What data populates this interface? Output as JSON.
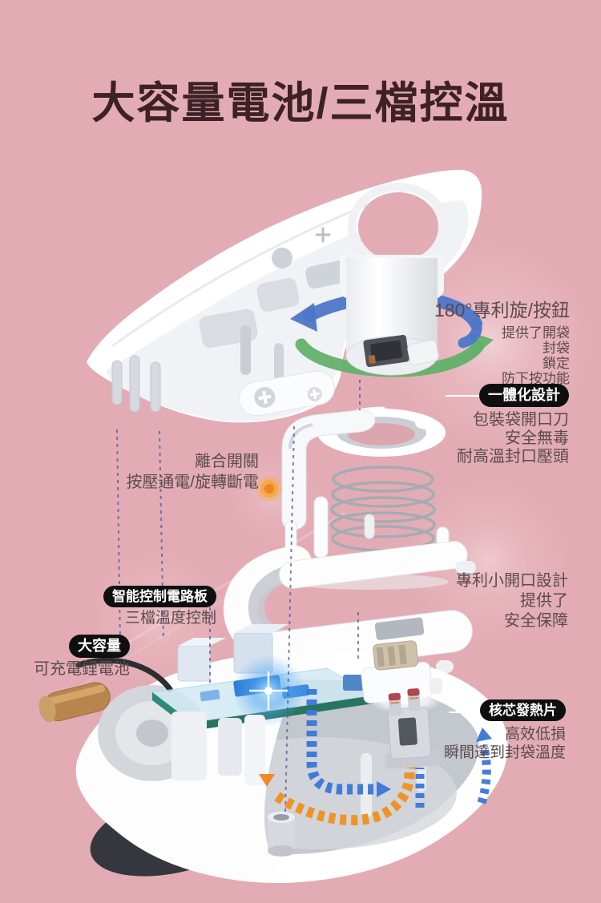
{
  "title": "大容量電池/三檔控溫",
  "callouts": {
    "rotate_button": {
      "heading": "180°專利旋/按鈕",
      "lines": [
        "提供了開袋",
        "封袋",
        "鎖定",
        "防下按功能"
      ]
    },
    "integrated_design": {
      "badge": "一體化設計",
      "lines": [
        "包裝袋開口刀",
        "安全無毒",
        "耐高溫封口壓頭"
      ]
    },
    "clutch_switch": {
      "lines": [
        "離合開關",
        "按壓通電/旋轉斷電"
      ]
    },
    "smart_circuit": {
      "badge": "智能控制電路板",
      "lines": [
        "三檔溫度控制"
      ]
    },
    "battery": {
      "badge": "大容量",
      "lines": [
        "可充電鋰電池"
      ]
    },
    "small_opening": {
      "lines": [
        "專利小開口設計",
        "提供了",
        "安全保障"
      ]
    },
    "heater": {
      "badge": "核芯發熱片",
      "lines": [
        "高效低損",
        "瞬間達到封袋溫度"
      ]
    }
  },
  "colors": {
    "background": "#e3acb4",
    "title_text": "#3d2127",
    "body_text": "#5a4b4f",
    "badge_bg": "#0f0f0f",
    "badge_text": "#ffffff",
    "dashed_line": "#4d58a6",
    "arrow_blue": "#3a77d8",
    "arrow_orange": "#f0871c",
    "rotate_arrow_blue": "#4d76c9",
    "rotate_arrow_green": "#63b06a",
    "pcb_teal": "#2f8a75",
    "battery_copper": "#b9854e",
    "base_black": "#34373d"
  }
}
